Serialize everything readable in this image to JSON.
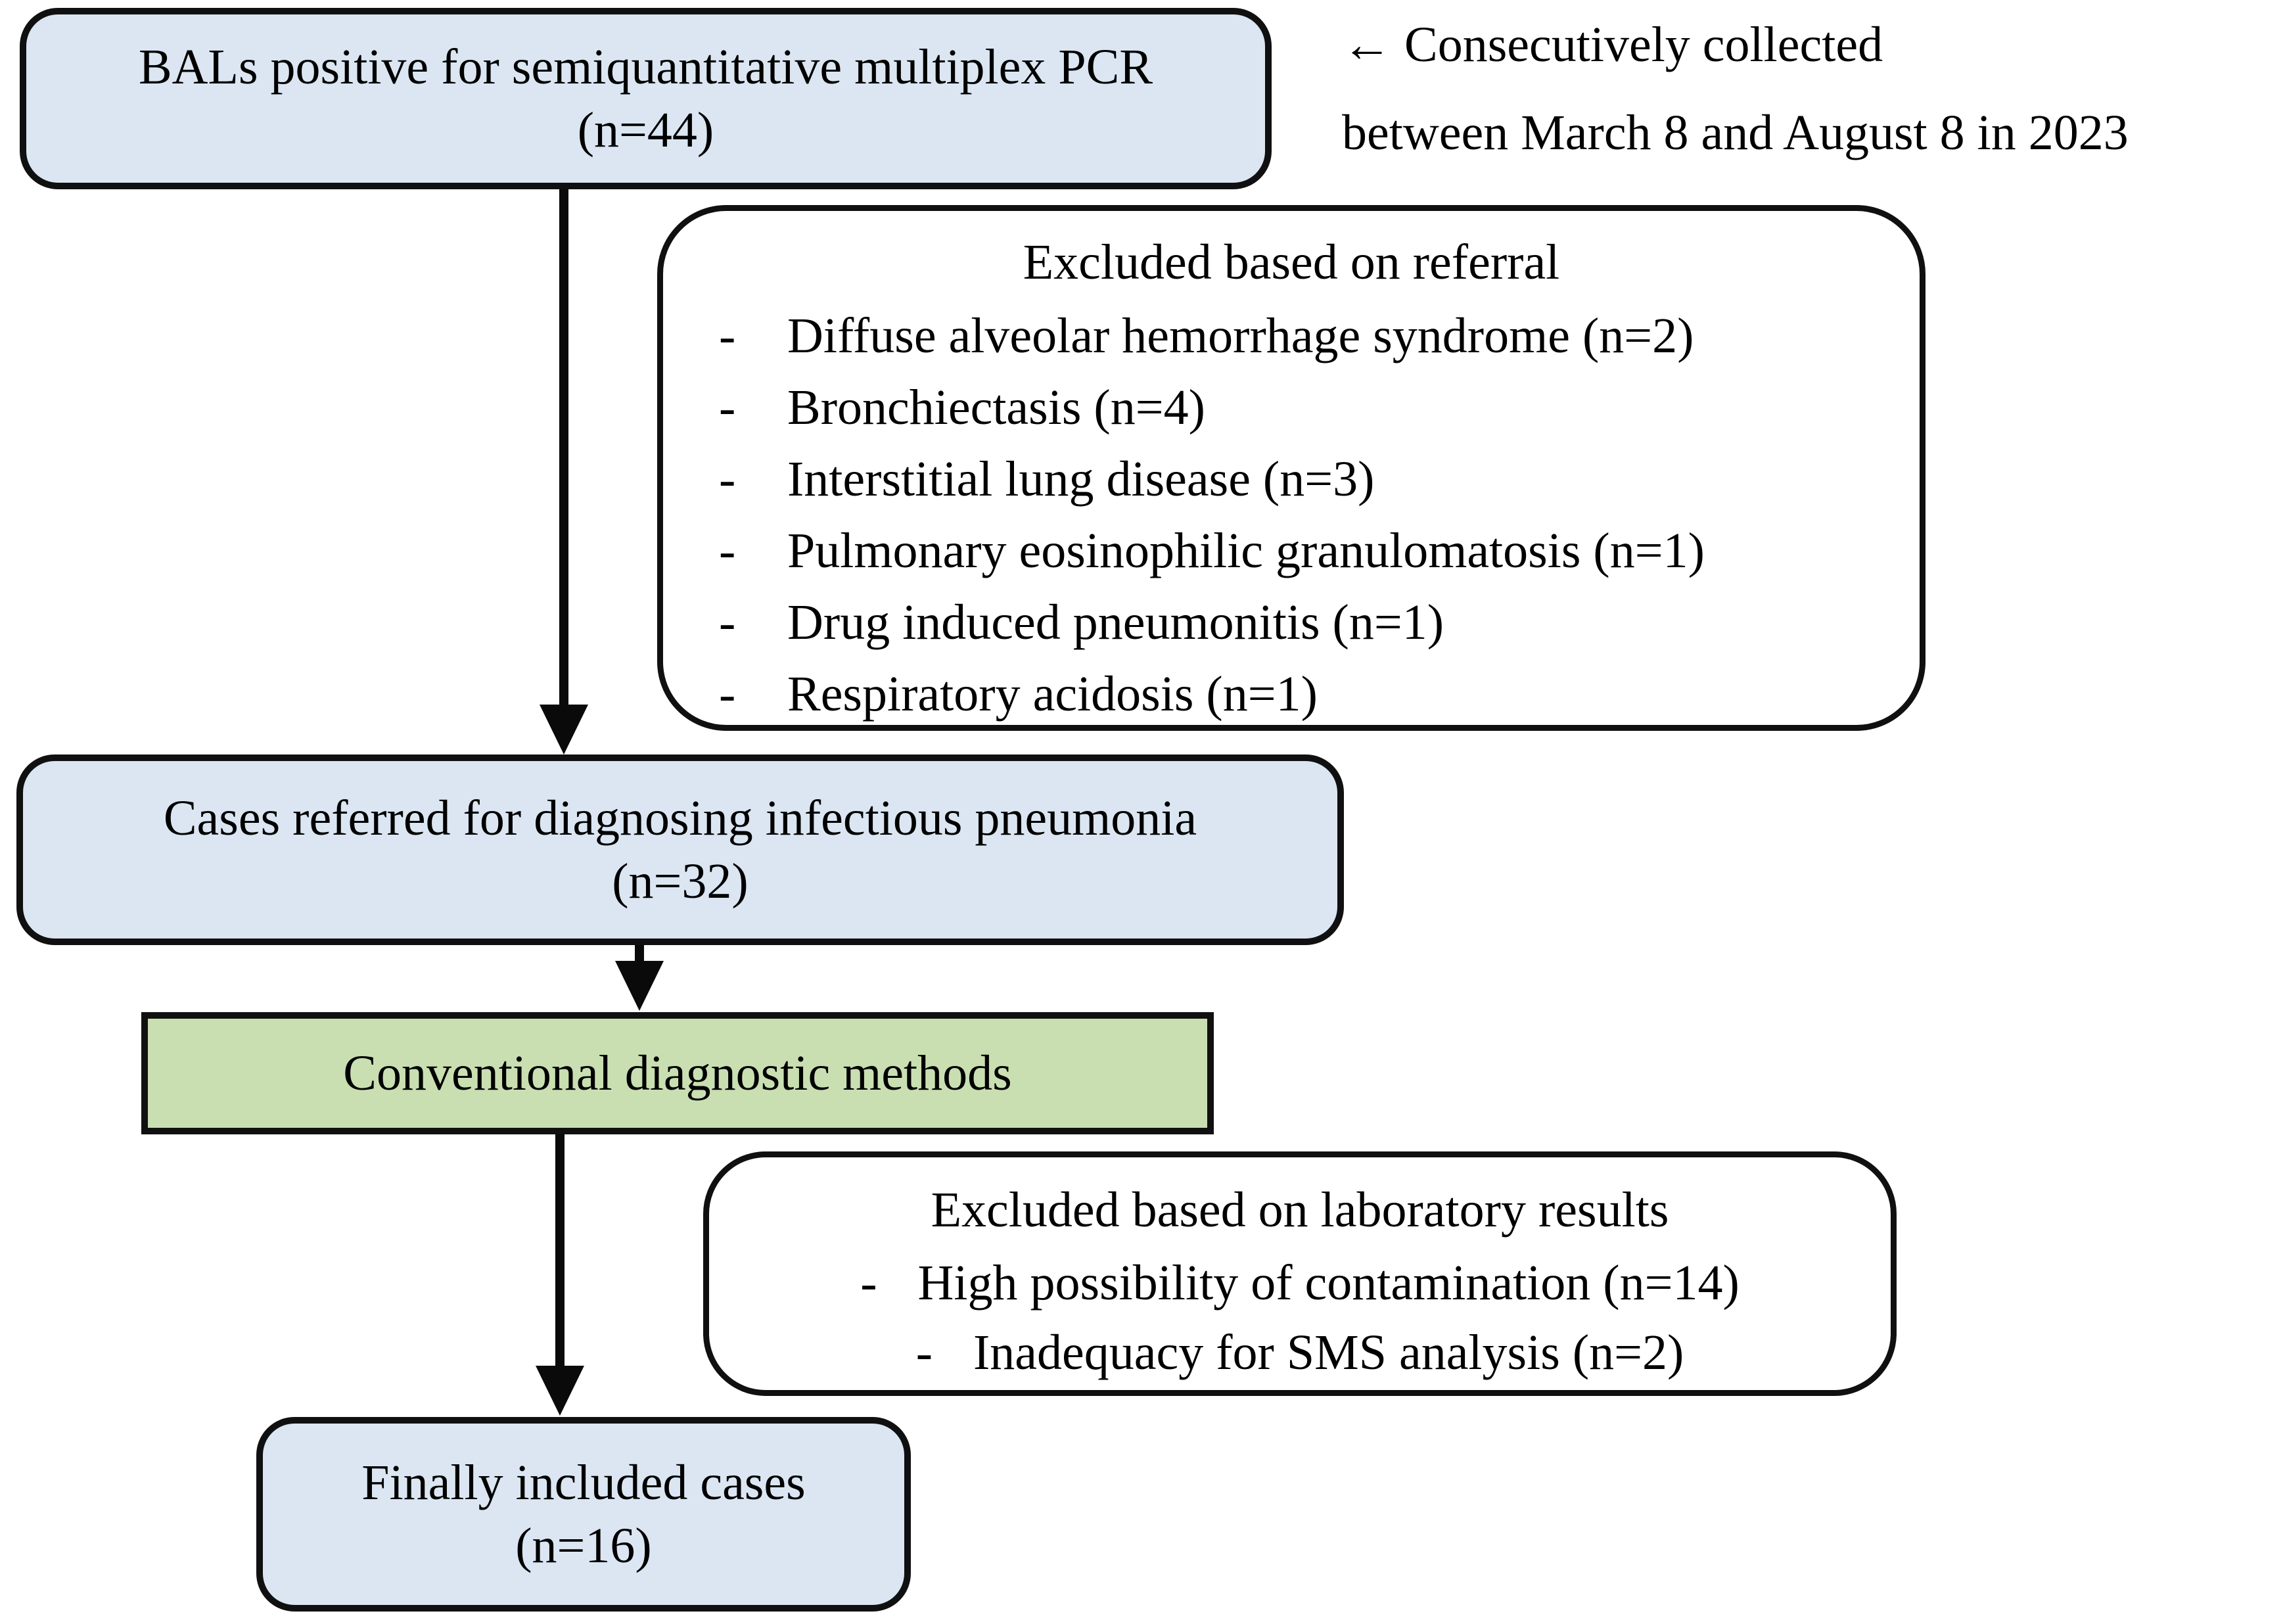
{
  "flow": {
    "box1": {
      "line1": "BALs positive for semiquantitative multiplex PCR",
      "line2": "(n=44)"
    },
    "annotation": {
      "line1": "← Consecutively collected",
      "line2": "between March 8 and August 8 in 2023"
    },
    "excluded_referral": {
      "title": "Excluded based on referral",
      "bullet": "-",
      "items": [
        "Diffuse alveolar hemorrhage syndrome (n=2)",
        "Bronchiectasis (n=4)",
        "Interstitial lung disease (n=3)",
        "Pulmonary eosinophilic granulomatosis (n=1)",
        "Drug induced pneumonitis (n=1)",
        "Respiratory acidosis (n=1)"
      ]
    },
    "box2": {
      "line1": "Cases referred for diagnosing infectious pneumonia",
      "line2": "(n=32)"
    },
    "green_box": {
      "label": "Conventional diagnostic methods"
    },
    "excluded_laboratory": {
      "title": "Excluded based on laboratory results",
      "bullet": "-",
      "items": [
        "High possibility of contamination (n=14)",
        "Inadequacy for SMS analysis (n=2)"
      ]
    },
    "final_box": {
      "line1": "Finally included cases",
      "line2": "(n=16)"
    }
  },
  "colors": {
    "box_blue": "#dbe6f2",
    "box_green": "#c9dfb2",
    "border_black": "#101010",
    "box_white": "#ffffff"
  }
}
